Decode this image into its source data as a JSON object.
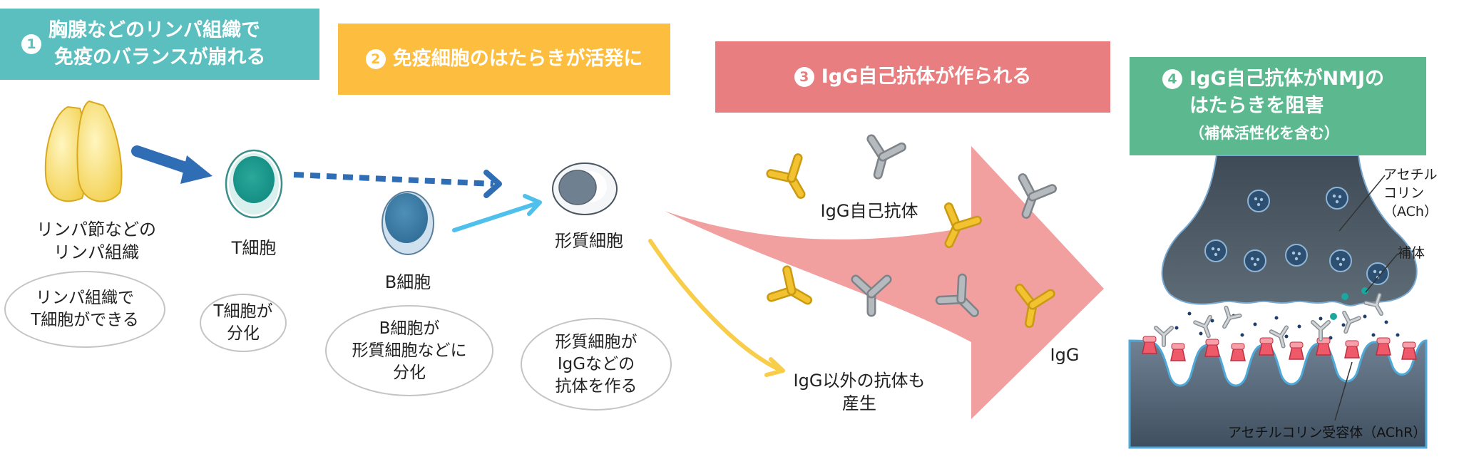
{
  "steps": [
    {
      "num": "1",
      "line1": "胸腺などのリンパ組織で",
      "line2": "免疫のバランスが崩れる"
    },
    {
      "num": "2",
      "line1": "免疫細胞のはたらきが活発に"
    },
    {
      "num": "3",
      "line1": "IgG自己抗体が作られる"
    },
    {
      "num": "4",
      "line1": "IgG自己抗体がNMJの",
      "line2": "はたらきを阻害",
      "line3": "（補体活性化を含む）"
    }
  ],
  "labels": {
    "lymph_node": [
      "リンパ節などの",
      "リンパ組織"
    ],
    "t_cell": "T細胞",
    "b_cell": "B細胞",
    "plasma_cell": "形質細胞",
    "igg_autoantibody": "IgG自己抗体",
    "other_antibodies": [
      "IgG以外の抗体も",
      "産生"
    ],
    "igg": "IgG",
    "acetylcholine": [
      "アセチル",
      "コリン",
      "（ACh）"
    ],
    "complement": "補体",
    "achr": "アセチルコリン受容体（AChR）"
  },
  "ovals": {
    "o1": [
      "リンパ組織で",
      "T細胞ができる"
    ],
    "o2": [
      "T細胞が",
      "分化"
    ],
    "o3": [
      "B細胞が",
      "形質細胞などに",
      "分化"
    ],
    "o4": [
      "形質細胞が",
      "IgGなどの",
      "抗体を作る"
    ]
  },
  "colors": {
    "teal": "#5bbfbf",
    "yellow": "#fdbd3f",
    "pink": "#e97e80",
    "green": "#5bb88f",
    "big_arrow": "#f09a9a",
    "blue_arrow": "#2f6db5",
    "light_blue_arrow": "#4fc0ec",
    "yellow_arrow": "#f7cd4a",
    "antibody_yellow": "#f2c230",
    "antibody_gray": "#a8adb1"
  }
}
